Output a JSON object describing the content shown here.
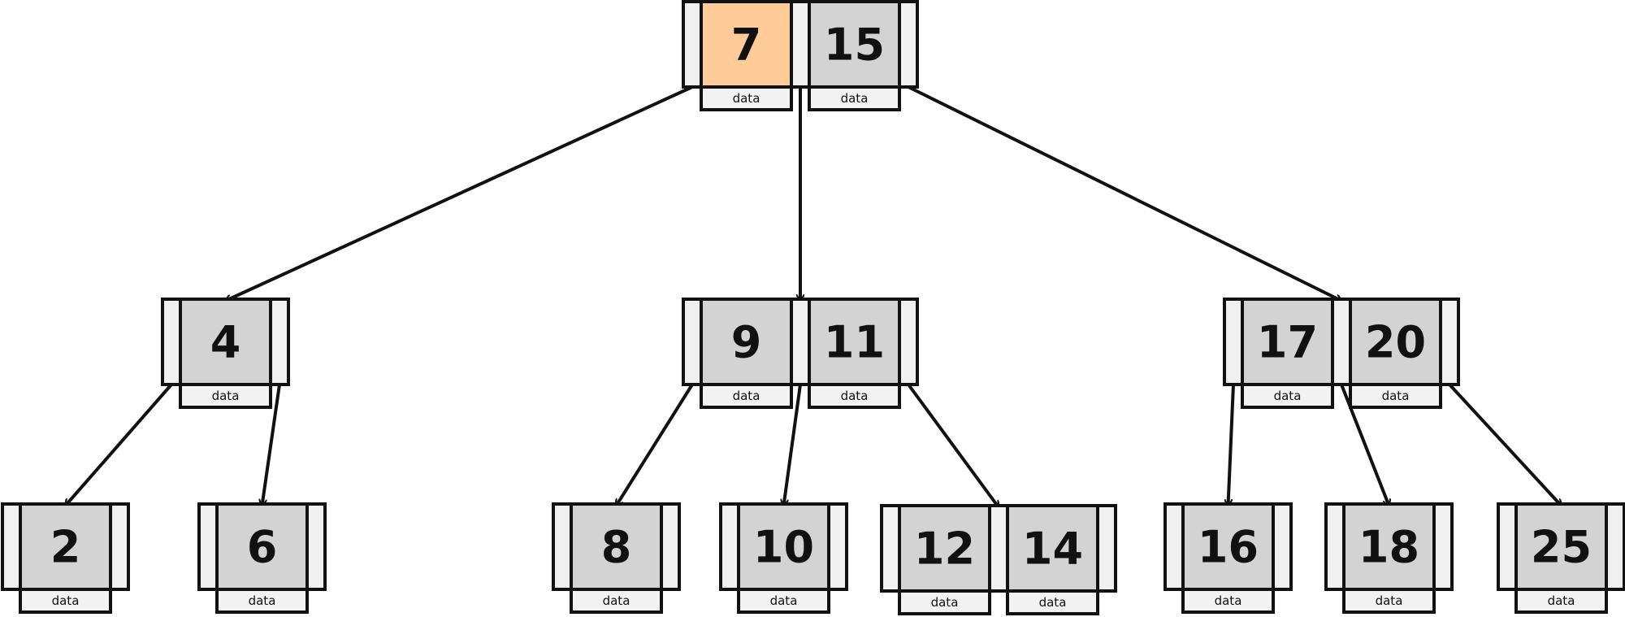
{
  "colors": {
    "key_fill": "#d3d3d3",
    "highlight_fill": "#ffcc99",
    "pointer_fill": "#f0f0f0",
    "data_fill": "#f2f2f2",
    "stroke": "#111111"
  },
  "data_label": "data",
  "highlighted_key": "7",
  "nodes": {
    "root": {
      "keys": [
        "7",
        "15"
      ],
      "children": [
        "n4",
        "n9_11",
        "n17_20"
      ]
    },
    "n4": {
      "keys": [
        "4"
      ],
      "children": [
        "n2",
        "n6"
      ]
    },
    "n9_11": {
      "keys": [
        "9",
        "11"
      ],
      "children": [
        "n8",
        "n10",
        "n12_14"
      ]
    },
    "n17_20": {
      "keys": [
        "17",
        "20"
      ],
      "children": [
        "n16",
        "n18",
        "n25"
      ]
    },
    "n2": {
      "keys": [
        "2"
      ],
      "children": []
    },
    "n6": {
      "keys": [
        "6"
      ],
      "children": []
    },
    "n8": {
      "keys": [
        "8"
      ],
      "children": []
    },
    "n10": {
      "keys": [
        "10"
      ],
      "children": []
    },
    "n12_14": {
      "keys": [
        "12",
        "14"
      ],
      "children": []
    },
    "n16": {
      "keys": [
        "16"
      ],
      "children": []
    },
    "n18": {
      "keys": [
        "18"
      ],
      "children": []
    },
    "n25": {
      "keys": [
        "25"
      ],
      "children": []
    }
  }
}
